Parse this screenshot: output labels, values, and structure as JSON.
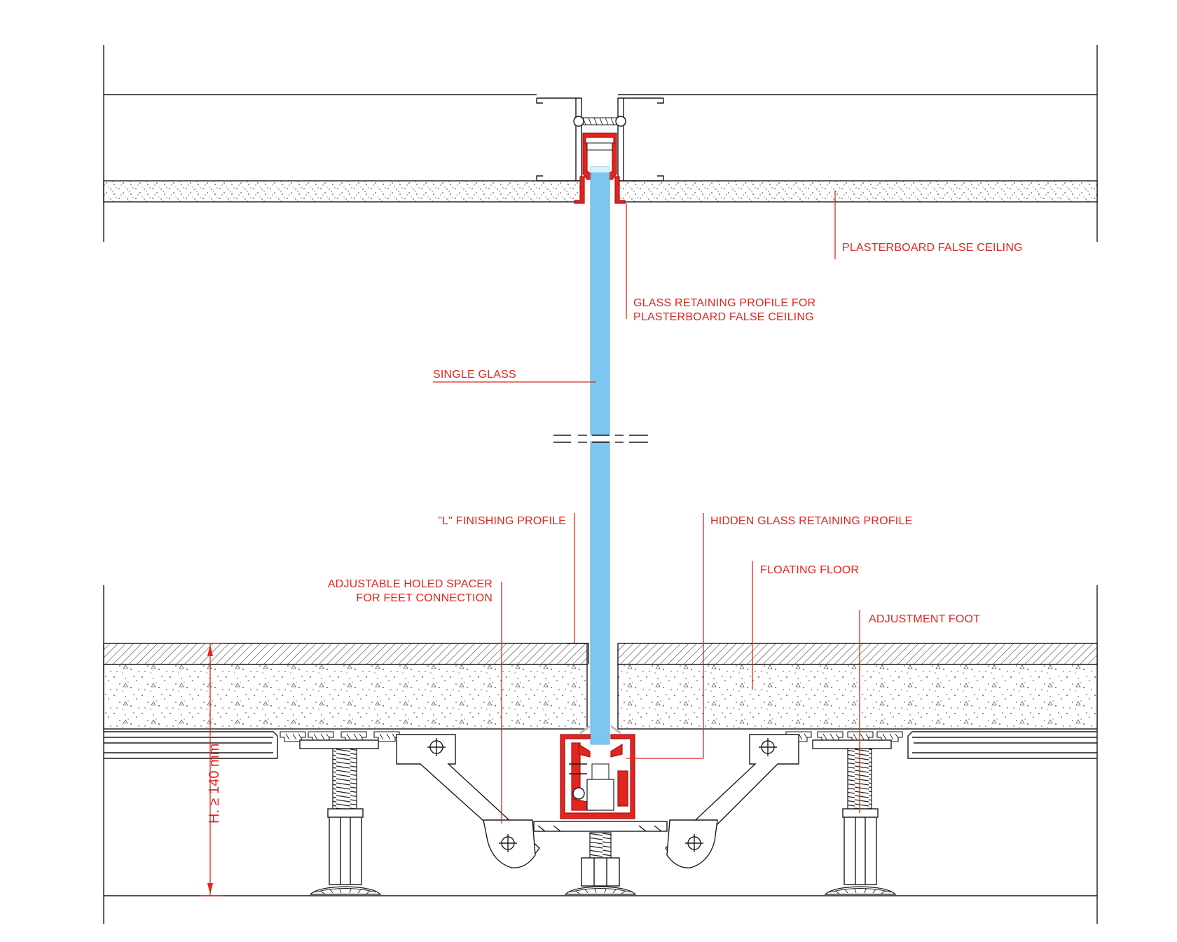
{
  "diagram": {
    "labels": {
      "plasterboard_false_ceiling": "PLASTERBOARD FALSE CEILING",
      "glass_retaining_profile_line1": "GLASS RETAINING PROFILE FOR",
      "glass_retaining_profile_line2": "PLASTERBOARD FALSE CEILING",
      "single_glass": "SINGLE GLASS",
      "l_finishing_profile": "\"L\" FINISHING PROFILE",
      "hidden_glass_retaining_profile": "HIDDEN GLASS RETAINING PROFILE",
      "floating_floor": "FLOATING FLOOR",
      "adjustable_spacer_line1": "ADJUSTABLE HOLED SPACER",
      "adjustable_spacer_line2": "FOR FEET CONNECTION",
      "adjustment_foot": "ADJUSTMENT FOOT",
      "height_dimension": "H. ≥ 140 mm"
    },
    "colors": {
      "annotation": "#e0261f",
      "glass": "#7cc6f2",
      "line": "#1a1a1a"
    }
  }
}
